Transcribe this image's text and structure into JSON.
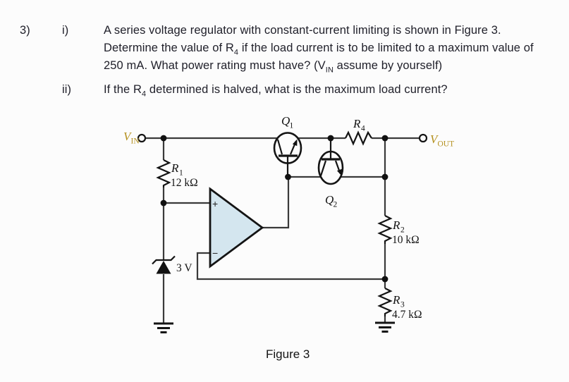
{
  "problem": {
    "number": "3)",
    "part_i": {
      "label": "i)",
      "line1": "A series voltage regulator with constant-current limiting is shown in Figure 3.",
      "line2_pre": "Determine the value of R",
      "line2_sub": "4",
      "line2_post": " if the load current is to be limited to a maximum value of",
      "line3_pre": "250 mA. What power rating must have? (V",
      "line3_sub": "IN",
      "line3_post": " assume by yourself)"
    },
    "part_ii": {
      "label": "ii)",
      "pre": "If the R",
      "sub": "4",
      "post": " determined is halved, what is the maximum load current?"
    }
  },
  "schematic": {
    "vin": {
      "sym": "V",
      "sub": "IN"
    },
    "vout": {
      "sym": "V",
      "sub": "OUT"
    },
    "q1": {
      "sym": "Q",
      "sub": "1"
    },
    "q2": {
      "sym": "Q",
      "sub": "2"
    },
    "r1": {
      "sym": "R",
      "sub": "1",
      "value": "12 kΩ"
    },
    "r2": {
      "sym": "R",
      "sub": "2",
      "value": "10 kΩ"
    },
    "r3": {
      "sym": "R",
      "sub": "3",
      "value": "4.7 kΩ"
    },
    "r4": {
      "sym": "R",
      "sub": "4"
    },
    "zener": {
      "value": "3 V"
    },
    "opamp": {
      "plus": "+",
      "minus": "−"
    },
    "colors": {
      "terminal_label": "#b59120",
      "opamp_fill": "#d4e6ef",
      "wire": "#3a3a3a"
    }
  },
  "caption": "Figure 3"
}
